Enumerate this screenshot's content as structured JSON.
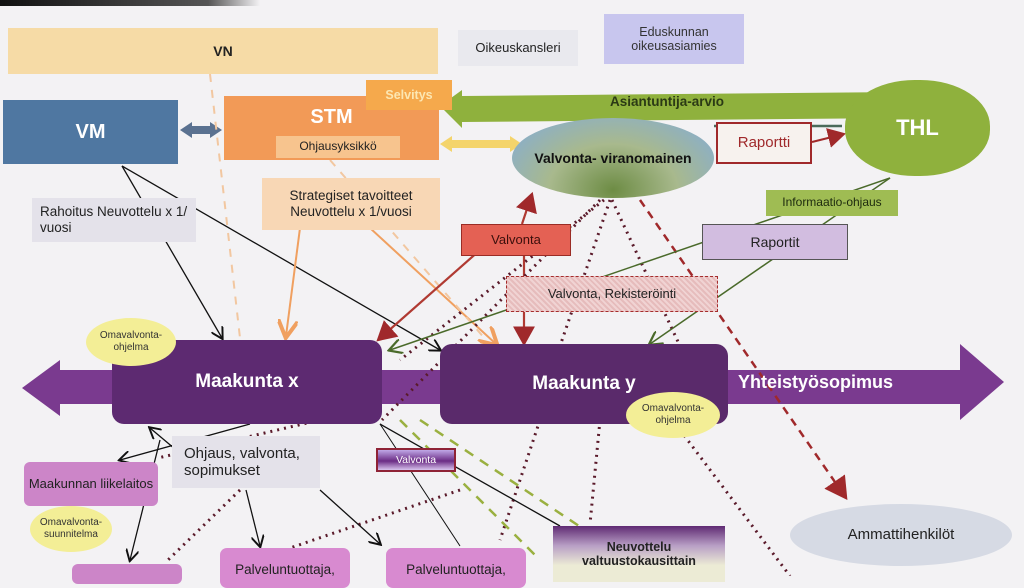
{
  "diagram": {
    "nodes": {
      "vn": "VN",
      "oikeuskansleri": "Oikeuskansleri",
      "eduskunnan_oikeusasiamies": "Eduskunnan oikeusasiamies",
      "vm": "VM",
      "stm": "STM",
      "selvitys": "Selvitys",
      "ohjausyksikko": "Ohjausyksikkö",
      "strategiset": "Strategiset tavoitteet Neuvottelu x 1/vuosi",
      "rahoitus": "Rahoitus Neuvottelu x 1/ vuosi",
      "valvontaviranomainen": "Valvonta- viranomainen",
      "thl": "THL",
      "asiantuntija_arvio": "Asiantuntija-arvio",
      "raportti": "Raportti",
      "informaatio_ohjaus": "Informaatio-ohjaus",
      "raportit": "Raportit",
      "valvonta": "Valvonta",
      "valvonta_rekisterointi": "Valvonta, Rekisteröinti",
      "maakunta_x": "Maakunta x",
      "maakunta_y": "Maakunta y",
      "yhteistyosopimus": "Yhteistyösopimus",
      "omavalvontaohjelma_x": "Omavalvonta- ohjelma",
      "omavalvontaohjelma_y": "Omavalvonta- ohjelma",
      "ohjaus_valvonta_sopimukset": "Ohjaus, valvonta, sopimukset",
      "valvonta_small": "Valvonta",
      "maakunnan_liikelaitos": "Maakunnan liikelaitos",
      "omavalvontasuunnitelma": "Omavalvonta- suunnitelma",
      "palveluntuottaja_1": "Palveluntuottaja,",
      "palveluntuottaja_2": "Palveluntuottaja,",
      "neuvottelu_valtuustokausittain": "Neuvottelu valtuustokausittain",
      "ammattihenkilot": "Ammattihenkilöt"
    },
    "colors": {
      "vm": "#4f77a1",
      "stm": "#f29a57",
      "thl": "#8fb13d",
      "maakunta": "#5d2a71",
      "valvonta": "#e46154",
      "control_arrow": "#a0292b"
    }
  }
}
